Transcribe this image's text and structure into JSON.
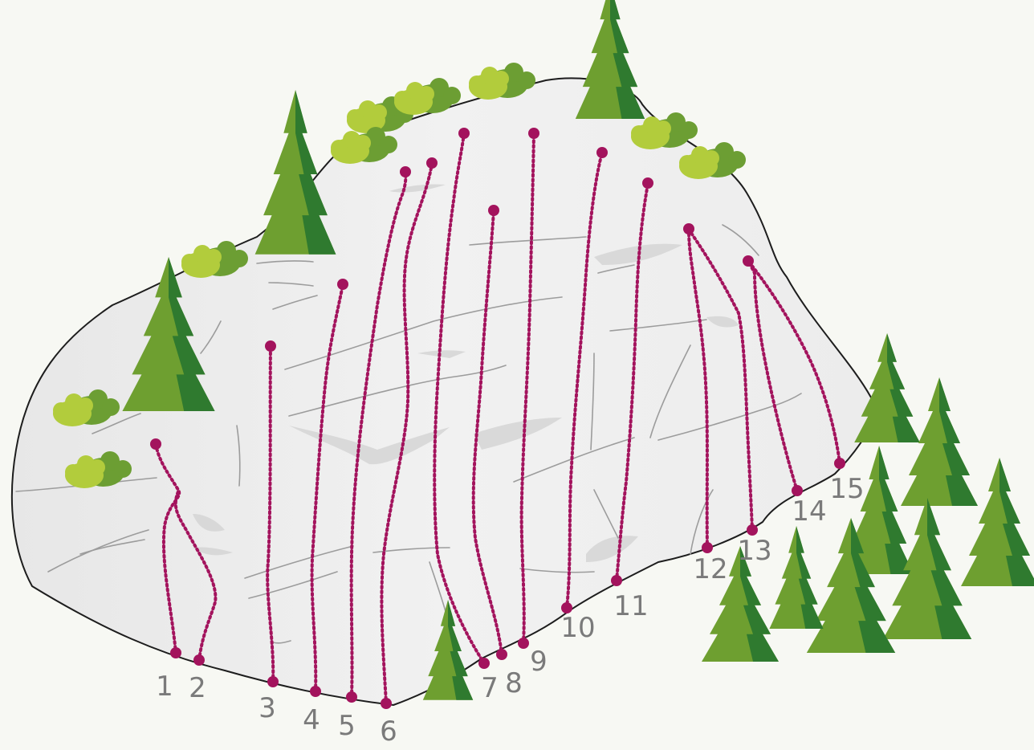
{
  "colors": {
    "background": "#f7f8f3",
    "rock": "#ececec",
    "outline": "#1d1d1d",
    "route": "#a3135d",
    "label": "#7a7a7a",
    "tree_light": "#6e9f30",
    "tree_dark": "#2f7a2f",
    "bush_light": "#b2cc3c",
    "bush_dark": "#6c9e33"
  },
  "routes": [
    {
      "label": "1"
    },
    {
      "label": "2"
    },
    {
      "label": "3"
    },
    {
      "label": "4"
    },
    {
      "label": "5"
    },
    {
      "label": "6"
    },
    {
      "label": "7"
    },
    {
      "label": "8"
    },
    {
      "label": "9"
    },
    {
      "label": "10"
    },
    {
      "label": "11"
    },
    {
      "label": "12"
    },
    {
      "label": "13"
    },
    {
      "label": "14"
    },
    {
      "label": "15"
    }
  ]
}
